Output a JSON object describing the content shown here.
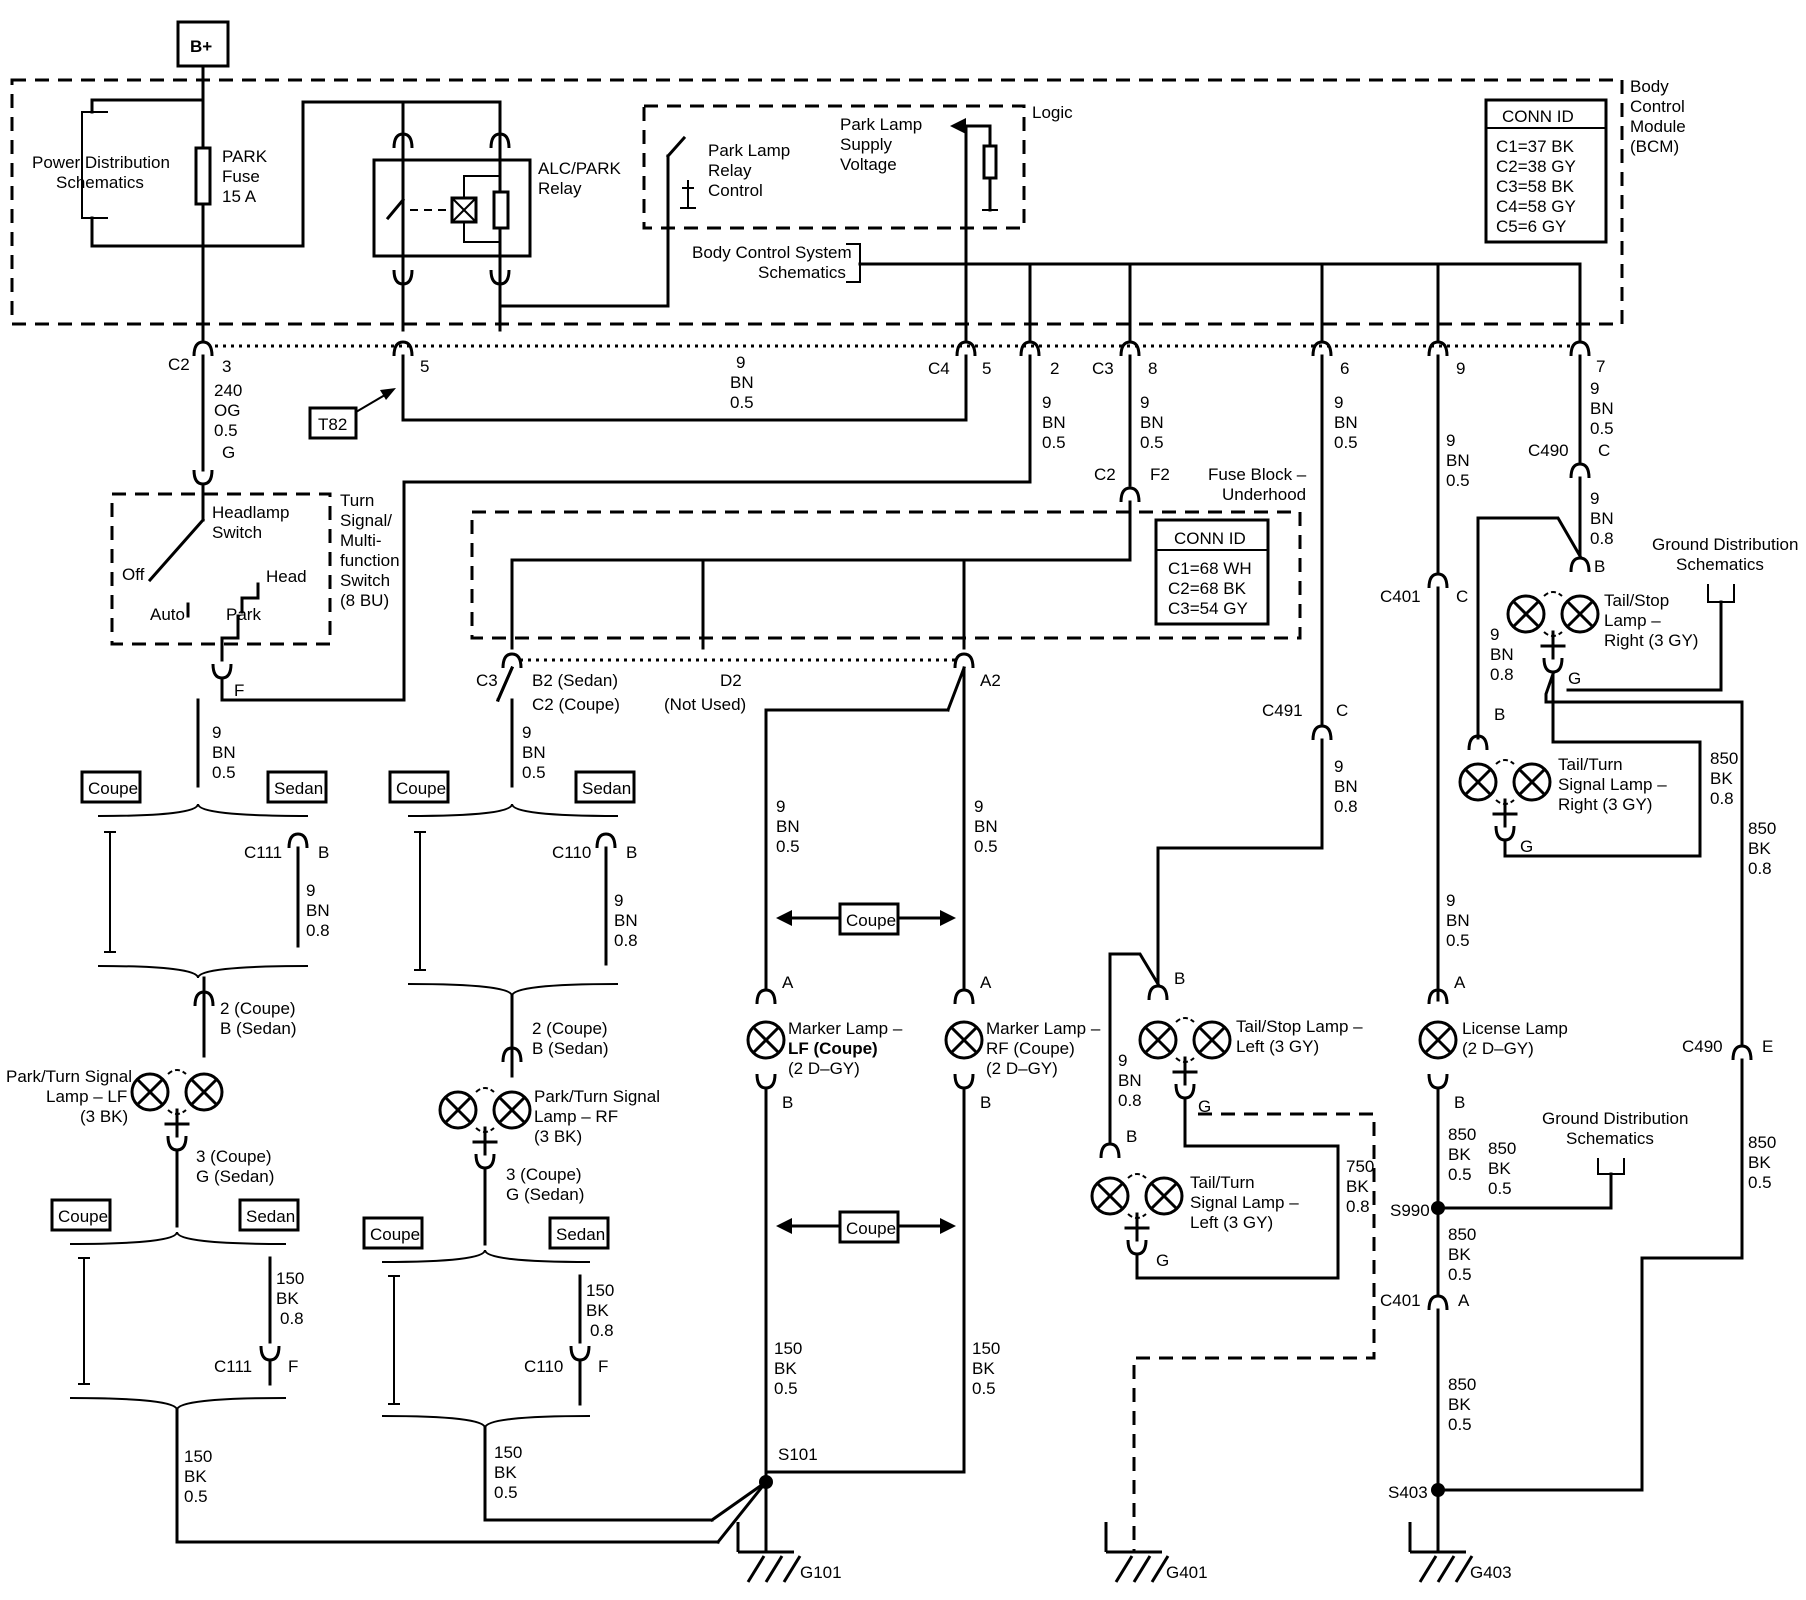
{
  "top": {
    "bplus": "B+",
    "bcm": [
      "Body",
      "Control",
      "Module",
      "(BCM)"
    ],
    "power_dist": [
      "Power Distribution",
      "Schematics"
    ],
    "park_fuse": [
      "PARK",
      "Fuse",
      "15 A"
    ],
    "alc_relay": [
      "ALC/PARK",
      "Relay"
    ],
    "relay_control": [
      "Park Lamp",
      "Relay",
      "Control"
    ],
    "supply_voltage": [
      "Park Lamp",
      "Supply",
      "Voltage"
    ],
    "logic": "Logic",
    "body_control": [
      "Body Control System",
      "Schematics"
    ],
    "bcm_conn": {
      "title": "CONN ID",
      "lines": [
        "C1=37 BK",
        "C2=38 GY",
        "C3=58 BK",
        "C4=58 GY",
        "C5=6 GY"
      ]
    }
  },
  "connectors": {
    "c2": "C2",
    "c2_pin": "3",
    "c2_wire": [
      "240",
      "OG",
      "0.5"
    ],
    "c2_g": "G",
    "t82": "T82",
    "pin5": "5",
    "mid_wire": [
      "9",
      "BN",
      "0.5"
    ],
    "c4": "C4",
    "c4_pin": "5",
    "c4_pin2": "2",
    "c3": "C3",
    "c3_pin": "8",
    "p6": "6",
    "p9": "9",
    "p7": "7",
    "w_bn05": [
      "9",
      "BN",
      "0.5"
    ],
    "w_bn08": [
      "9",
      "BN",
      "0.8"
    ],
    "c490": "C490",
    "c490_pin": "C",
    "c2b": "C2",
    "f2": "F2",
    "fuse_block": [
      "Fuse Block –",
      "Underhood"
    ],
    "fb_conn": {
      "title": "CONN ID",
      "lines": [
        "C1=68 WH",
        "C2=68 BK",
        "C3=54 GY"
      ]
    },
    "c401": "C401",
    "c401_pin": "C",
    "c491": "C491",
    "c491_pin": "C"
  },
  "headlamp": {
    "switch_label": [
      "Headlamp",
      "Switch"
    ],
    "turn_signal": [
      "Turn",
      "Signal/",
      "Multi-",
      "function",
      "Switch",
      "(8 BU)"
    ],
    "off": "Off",
    "auto": "Auto",
    "head": "Head",
    "park": "Park",
    "f": "F"
  },
  "fuseblock_out": {
    "c3": "C3",
    "b2": "B2 (Sedan)",
    "c2": "C2 (Coupe)",
    "d2": "D2",
    "not_used": "(Not Used)",
    "a2": "A2"
  },
  "left": {
    "coupe": "Coupe",
    "sedan": "Sedan",
    "c111": "C111",
    "b": "B",
    "f": "F",
    "two_coupe": "2 (Coupe)",
    "b_sedan": "B (Sedan)",
    "park_turn_lf": [
      "Park/Turn Signal",
      "Lamp – LF",
      "(3 BK)"
    ],
    "three_coupe": "3 (Coupe)",
    "g_sedan": "G (Sedan)",
    "bk150_08": [
      "150",
      "BK",
      "0.8"
    ],
    "bk150_05": [
      "150",
      "BK",
      "0.5"
    ]
  },
  "mid": {
    "c110": "C110",
    "park_turn_rf": [
      "Park/Turn Signal",
      "Lamp – RF",
      "(3 BK)"
    ]
  },
  "markers": {
    "coupe": "Coupe",
    "lf": [
      "Marker Lamp –",
      "LF (Coupe)",
      "(2 D–GY)"
    ],
    "rf": [
      "Marker Lamp –",
      "RF (Coupe)",
      "(2 D–GY)"
    ],
    "a": "A",
    "b": "B",
    "s101": "S101",
    "g101": "G101"
  },
  "rear_left": {
    "tail_stop_left": [
      "Tail/Stop Lamp –",
      "Left (3 GY)"
    ],
    "tail_turn_left": [
      "Tail/Turn",
      "Signal Lamp –",
      "Left (3 GY)"
    ],
    "bk750": [
      "750",
      "BK",
      "0.8"
    ],
    "g": "G",
    "b": "B",
    "g401": "G401"
  },
  "rear_right": {
    "ground_dist": [
      "Ground Distribution",
      "Schematics"
    ],
    "tail_stop_right": [
      "Tail/Stop",
      "Lamp –",
      "Right (3 GY)"
    ],
    "tail_turn_right": [
      "Tail/Turn",
      "Signal Lamp –",
      "Right (3 GY)"
    ],
    "bk850_08": [
      "850",
      "BK",
      "0.8"
    ],
    "bk850_05": [
      "850",
      "BK",
      "0.5"
    ],
    "license": [
      "License Lamp",
      "(2 D–GY)"
    ],
    "s990": "S990",
    "c401": "C401",
    "a": "A",
    "c490": "C490",
    "e": "E",
    "s403": "S403",
    "g403": "G403"
  }
}
